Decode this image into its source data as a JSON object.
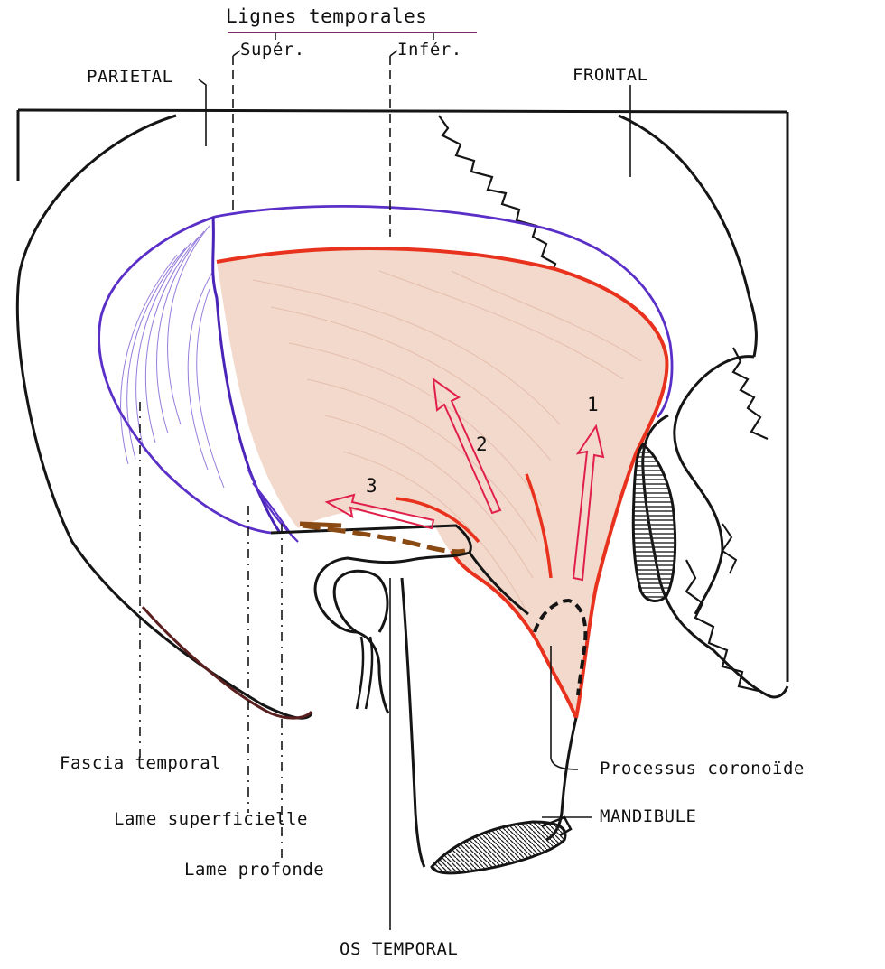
{
  "labels": {
    "lignes_temporales": "Lignes  temporales",
    "super": "Supér.",
    "infer": "Infér.",
    "parietal": "PARIETAL",
    "frontal": "FRONTAL",
    "fascia_temporal": "Fascia temporal",
    "lame_superficielle": "Lame superficielle",
    "lame_profonde": "Lame profonde",
    "processus_coronoide": "Processus coronoïde",
    "mandibule": "MANDIBULE",
    "os_temporal": "OS TEMPORAL"
  },
  "arrows": [
    {
      "number": "1"
    },
    {
      "number": "2"
    },
    {
      "number": "3"
    }
  ],
  "colors": {
    "muscle_fill": "#f3d9cb",
    "muscle_border": "#e8321e",
    "fascia": "#5a2fc8",
    "arrow": "#e0204a",
    "bone_line": "#151515",
    "tendon_dashed": "#8a4a14"
  }
}
